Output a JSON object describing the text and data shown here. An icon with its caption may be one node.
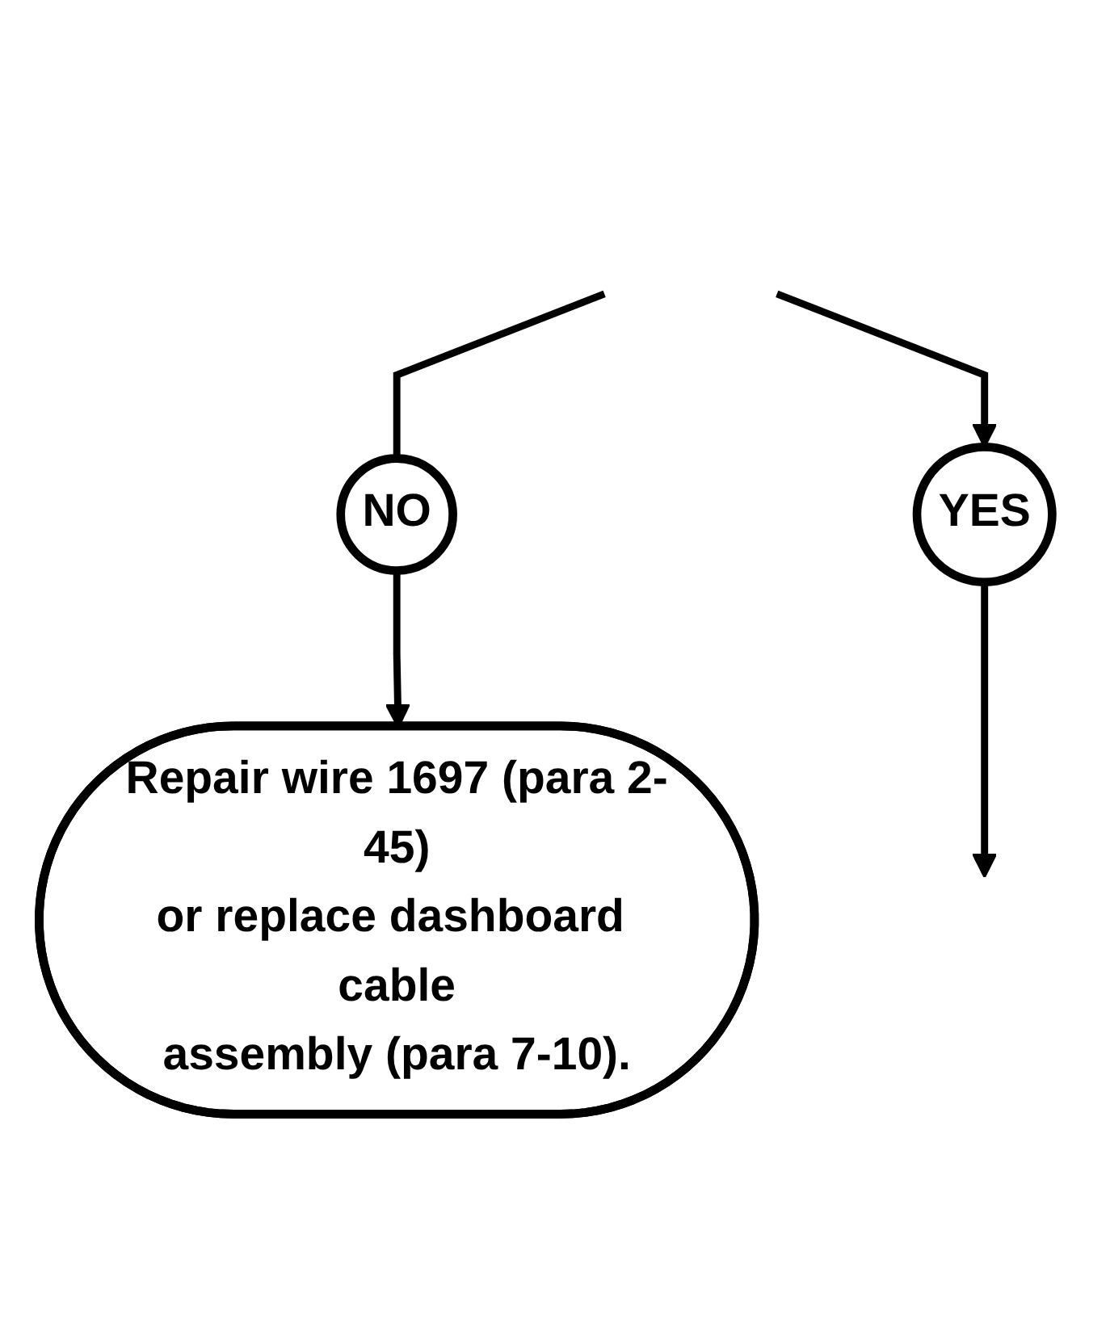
{
  "diagram": {
    "nodes": [
      {
        "text": [
          "NO"
        ]
      },
      {
        "text": [
          "Repair wire 1697 (para 2-45) or replace dashboard cable assembly (para 7-10)."
        ]
      },
      {
        "text": [
          "YES"
        ]
      }
    ],
    "edges": [
      {
        "from": null,
        "to": 0,
        "arrow": "none"
      },
      {
        "from": null,
        "to": 2,
        "arrow": "to"
      },
      {
        "from": 0,
        "to": 1,
        "arrow": "to"
      },
      {
        "from": 2,
        "to": null,
        "arrow": "to"
      }
    ]
  }
}
